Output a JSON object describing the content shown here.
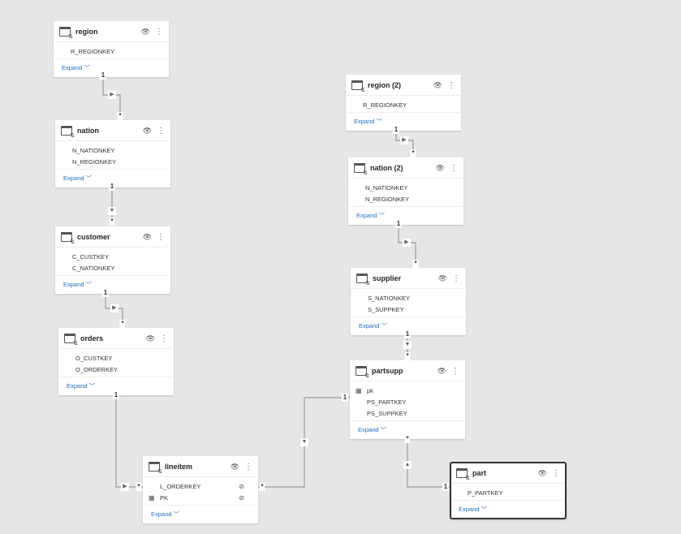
{
  "expand_label": "Expand",
  "tables": [
    {
      "id": "region",
      "title": "region",
      "fields": [
        {
          "name": "R_REGIONKEY"
        }
      ]
    },
    {
      "id": "nation",
      "title": "nation",
      "fields": [
        {
          "name": "N_NATIONKEY"
        },
        {
          "name": "N_REGIONKEY"
        }
      ]
    },
    {
      "id": "customer",
      "title": "customer",
      "fields": [
        {
          "name": "C_CUSTKEY"
        },
        {
          "name": "C_NATIONKEY"
        }
      ]
    },
    {
      "id": "orders",
      "title": "orders",
      "fields": [
        {
          "name": "O_CUSTKEY"
        },
        {
          "name": "O_ORDERKEY"
        }
      ]
    },
    {
      "id": "region2",
      "title": "region (2)",
      "fields": [
        {
          "name": "R_REGIONKEY"
        }
      ]
    },
    {
      "id": "nation2",
      "title": "nation (2)",
      "fields": [
        {
          "name": "N_NATIONKEY"
        },
        {
          "name": "N_REGIONKEY"
        }
      ]
    },
    {
      "id": "supplier",
      "title": "supplier",
      "fields": [
        {
          "name": "S_NATIONKEY"
        },
        {
          "name": "S_SUPPKEY"
        }
      ]
    },
    {
      "id": "partsupp",
      "title": "partsupp",
      "fields": [
        {
          "name": "pk",
          "calc": true
        },
        {
          "name": "PS_PARTKEY"
        },
        {
          "name": "PS_SUPPKEY"
        }
      ]
    },
    {
      "id": "lineitem",
      "title": "lineitem",
      "fields": [
        {
          "name": "L_ORDERKEY",
          "hidden": true
        },
        {
          "name": "PK",
          "calc": true,
          "hidden": true
        }
      ]
    },
    {
      "id": "part",
      "title": "part",
      "selected": true,
      "fields": [
        {
          "name": "P_PARTKEY"
        }
      ]
    }
  ],
  "cardinality": {
    "one": "1",
    "many": "*"
  }
}
